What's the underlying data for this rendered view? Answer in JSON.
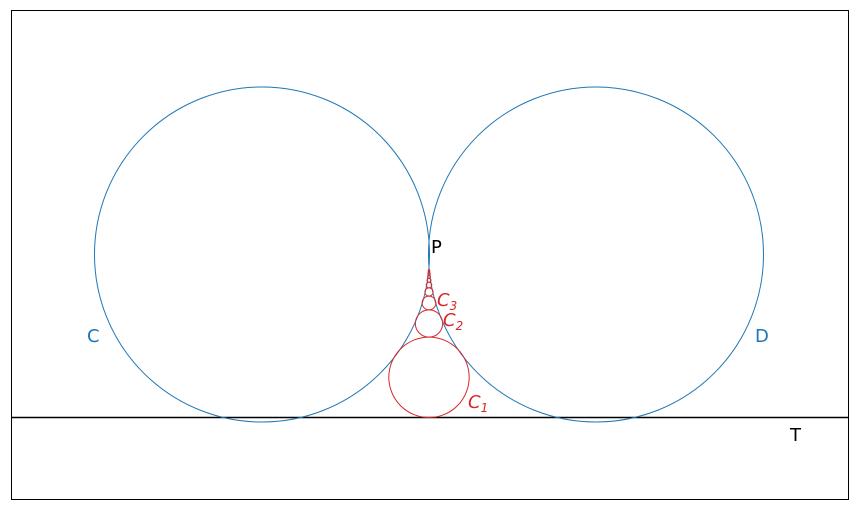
{
  "labels": {
    "circle_c": "C",
    "circle_d": "D",
    "point_p": "P",
    "line_t": "T",
    "c1_base": "C",
    "c1_sub": "1",
    "c2_base": "C",
    "c2_sub": "2",
    "c3_base": "C",
    "c3_sub": "3"
  },
  "colors": {
    "big_circles": "#1f77b4",
    "chain_circles": "#d62728",
    "line": "#000000",
    "frame": "#000000"
  }
}
